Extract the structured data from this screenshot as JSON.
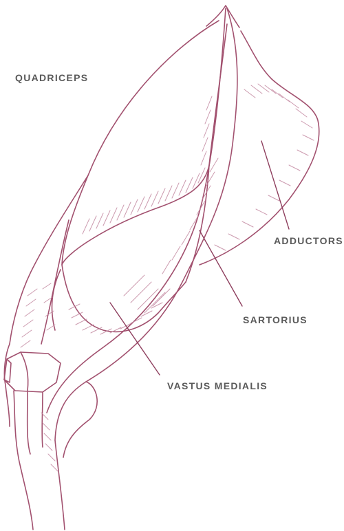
{
  "labels": {
    "quadriceps": "QUADRICEPS",
    "adductors": "ADDUCTORS",
    "sartorius": "SARTORIUS",
    "vastus_medialis": "VASTUS MEDIALIS"
  },
  "colors": {
    "stroke": "#a2516f",
    "hatch": "#c48aa2",
    "label_text": "#5a5a5a",
    "leader_line": "#8e3f5e",
    "background": "#ffffff"
  }
}
